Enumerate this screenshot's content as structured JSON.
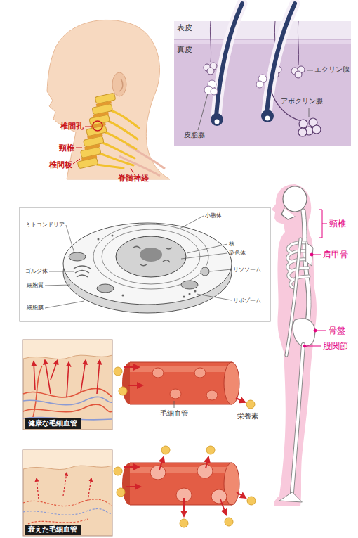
{
  "diagram": {
    "nodes": [
      {
        "text": [
          "健康な毛細血管"
        ]
      },
      {
        "text": [
          "衰えた毛細血管"
        ]
      }
    ],
    "labels": [
      "椎間孔",
      "頸椎",
      "椎間板",
      "脊髄神経",
      "表皮",
      "真皮",
      "エクリン腺",
      "アポクリン腺",
      "皮脂腺",
      "ミトコンドリア",
      "小胞体",
      "核",
      "染色体",
      "ゴルジ体",
      "リソソーム",
      "細胞質",
      "リボゾーム",
      "細胞膜",
      "頸椎",
      "肩甲骨",
      "骨盤",
      "股関節",
      "毛細血管",
      "栄養素"
    ]
  }
}
